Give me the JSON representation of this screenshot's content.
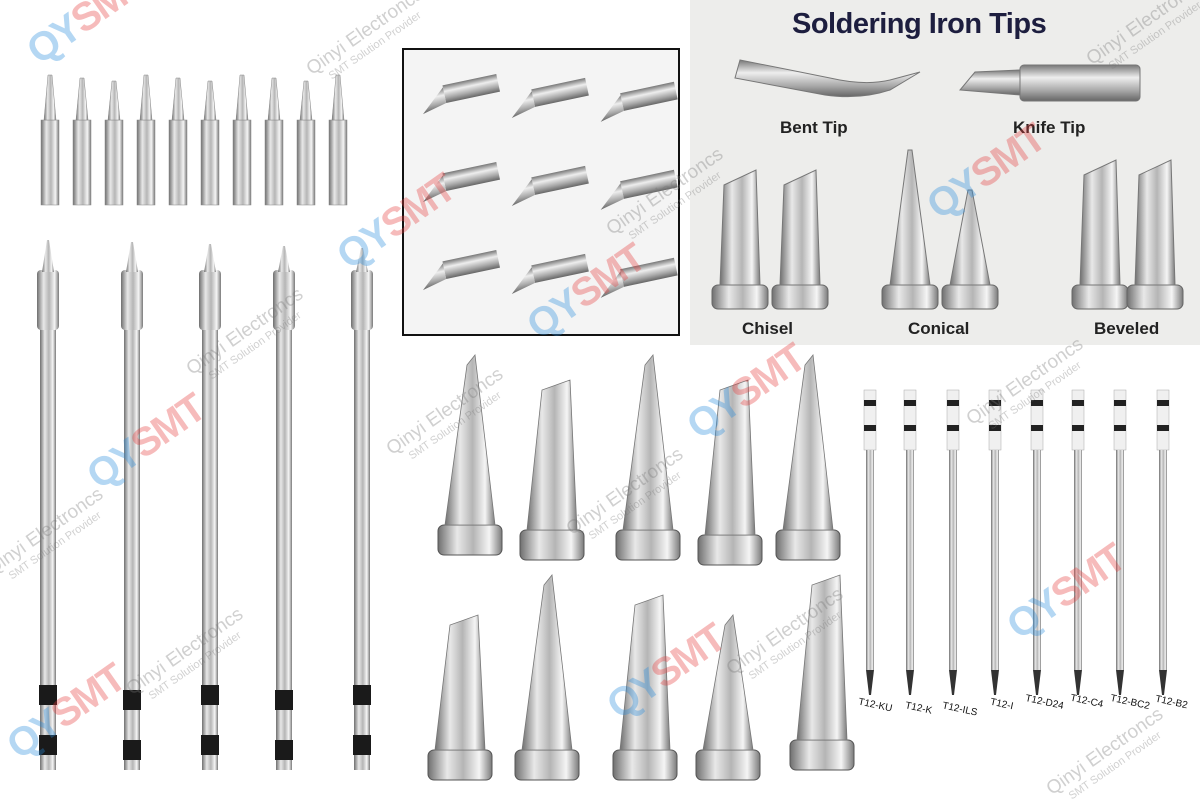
{
  "panel": {
    "title": "Soldering Iron Tips",
    "labels": {
      "bent": "Bent Tip",
      "knife": "Knife Tip",
      "chisel": "Chisel",
      "conical": "Conical",
      "beveled": "Beveled"
    }
  },
  "t12_labels": [
    "T12-KU",
    "T12-K",
    "T12-ILS",
    "T12-I",
    "T12-D24",
    "T12-C4",
    "T12-BC2",
    "T12-B2"
  ],
  "watermark": {
    "logo_a": "QY",
    "logo_b": "SMT",
    "company": "Qinyi Electroncs",
    "tagline": "SMT Solution Provider"
  },
  "colors": {
    "title": "#1d1e3f",
    "logo_blue": "#288cdc",
    "logo_red": "#e63c3c",
    "panel_bg": "#ededeb"
  }
}
